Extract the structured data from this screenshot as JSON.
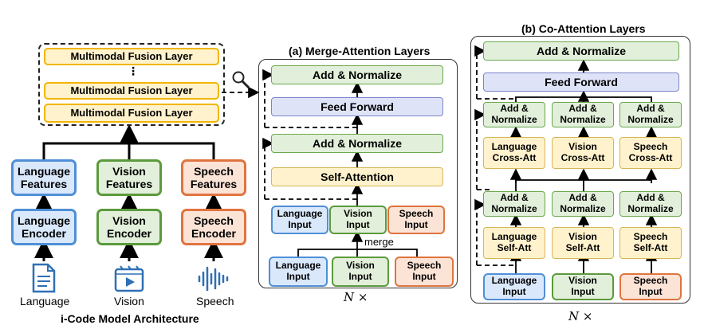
{
  "left": {
    "fusion_layers": [
      "Multimodal Fusion Layer",
      "Multimodal Fusion Layer",
      "Multimodal Fusion Layer"
    ],
    "ellipsis": "⋮",
    "features": [
      "Language\nFeatures",
      "Vision\nFeatures",
      "Speech\nFeatures"
    ],
    "encoders": [
      "Language\nEncoder",
      "Vision\nEncoder",
      "Speech\nEncoder"
    ],
    "modalities": [
      "Language",
      "Vision",
      "Speech"
    ],
    "caption": "i-Code Model Architecture",
    "icons": [
      "document-icon",
      "video-icon",
      "audio-waveform-icon",
      "magnifier-icon"
    ]
  },
  "merge": {
    "title": "(a) Merge-Attention Layers",
    "add_norm_top": "Add & Normalize",
    "feed_forward": "Feed Forward",
    "add_norm_mid": "Add & Normalize",
    "self_attention": "Self-Attention",
    "merged_inputs": [
      "Language\nInput",
      "Vision\nInput",
      "Speech\nInput"
    ],
    "merge_label": "merge",
    "inputs": [
      "Language\nInput",
      "Vision\nInput",
      "Speech\nInput"
    ],
    "repeat": "N ×"
  },
  "coatt": {
    "title": "(b) Co-Attention Layers",
    "add_norm_top": "Add & Normalize",
    "feed_forward": "Feed Forward",
    "add_norm_upper": [
      "Add &\nNormalize",
      "Add &\nNormalize",
      "Add &\nNormalize"
    ],
    "cross_att": [
      "Language\nCross-Att",
      "Vision\nCross-Att",
      "Speech\nCross-Att"
    ],
    "add_norm_lower": [
      "Add &\nNormalize",
      "Add &\nNormalize",
      "Add &\nNormalize"
    ],
    "self_att": [
      "Language\nSelf-Att",
      "Vision\nSelf-Att",
      "Speech\nSelf-Att"
    ],
    "inputs": [
      "Language\nInput",
      "Vision\nInput",
      "Speech\nInput"
    ],
    "repeat": "N ×"
  }
}
